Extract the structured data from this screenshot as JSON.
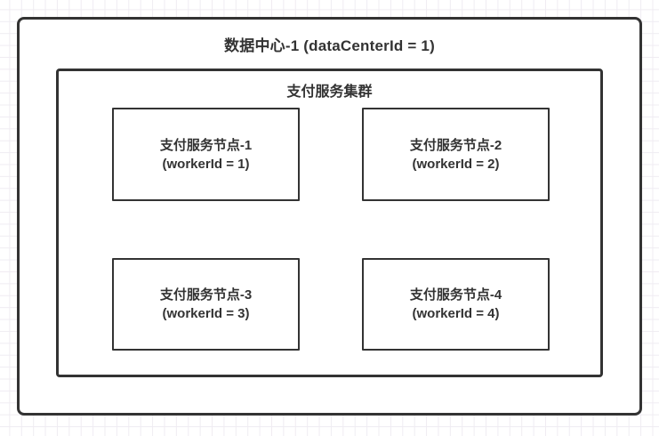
{
  "canvas": {
    "background_color": "#ffffff",
    "grid_line_color": "#efecf2",
    "stroke_color": "#333333",
    "text_color": "#333333"
  },
  "diagram": {
    "datacenter": {
      "title": "数据中心-1 (dataCenterId = 1)"
    },
    "cluster": {
      "title": "支付服务集群",
      "nodes": [
        {
          "name": "支付服务节点-1",
          "detail": "(workerId = 1)"
        },
        {
          "name": "支付服务节点-2",
          "detail": "(workerId = 2)"
        },
        {
          "name": "支付服务节点-3",
          "detail": "(workerId = 3)"
        },
        {
          "name": "支付服务节点-4",
          "detail": "(workerId = 4)"
        }
      ]
    }
  }
}
